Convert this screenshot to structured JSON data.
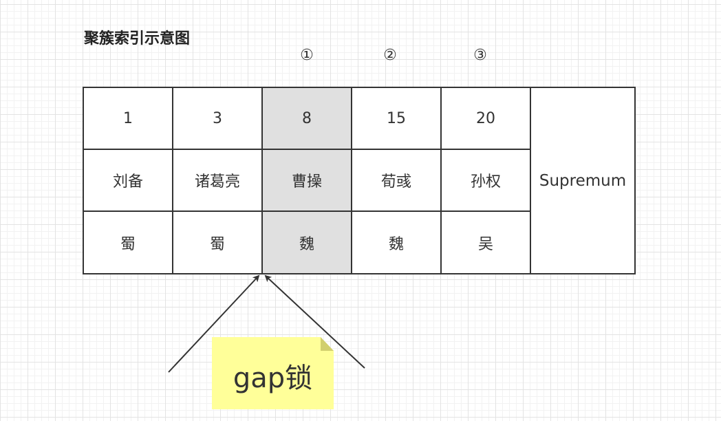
{
  "title": "聚簇索引示意图",
  "markers": [
    "①",
    "②",
    "③"
  ],
  "table": {
    "id_row": [
      "1",
      "3",
      "8",
      "15",
      "20"
    ],
    "name_row": [
      "刘备",
      "诸葛亮",
      "曹操",
      "荀彧",
      "孙权"
    ],
    "country_row": [
      "蜀",
      "蜀",
      "魏",
      "魏",
      "吴"
    ],
    "supremum": "Supremum",
    "highlighted_column": 2
  },
  "note": {
    "text": "gap锁"
  },
  "colors": {
    "highlight": "#e0e0e0",
    "note_fill": "#ffff99",
    "note_fold": "#d1cf6e",
    "line": "#333333"
  }
}
